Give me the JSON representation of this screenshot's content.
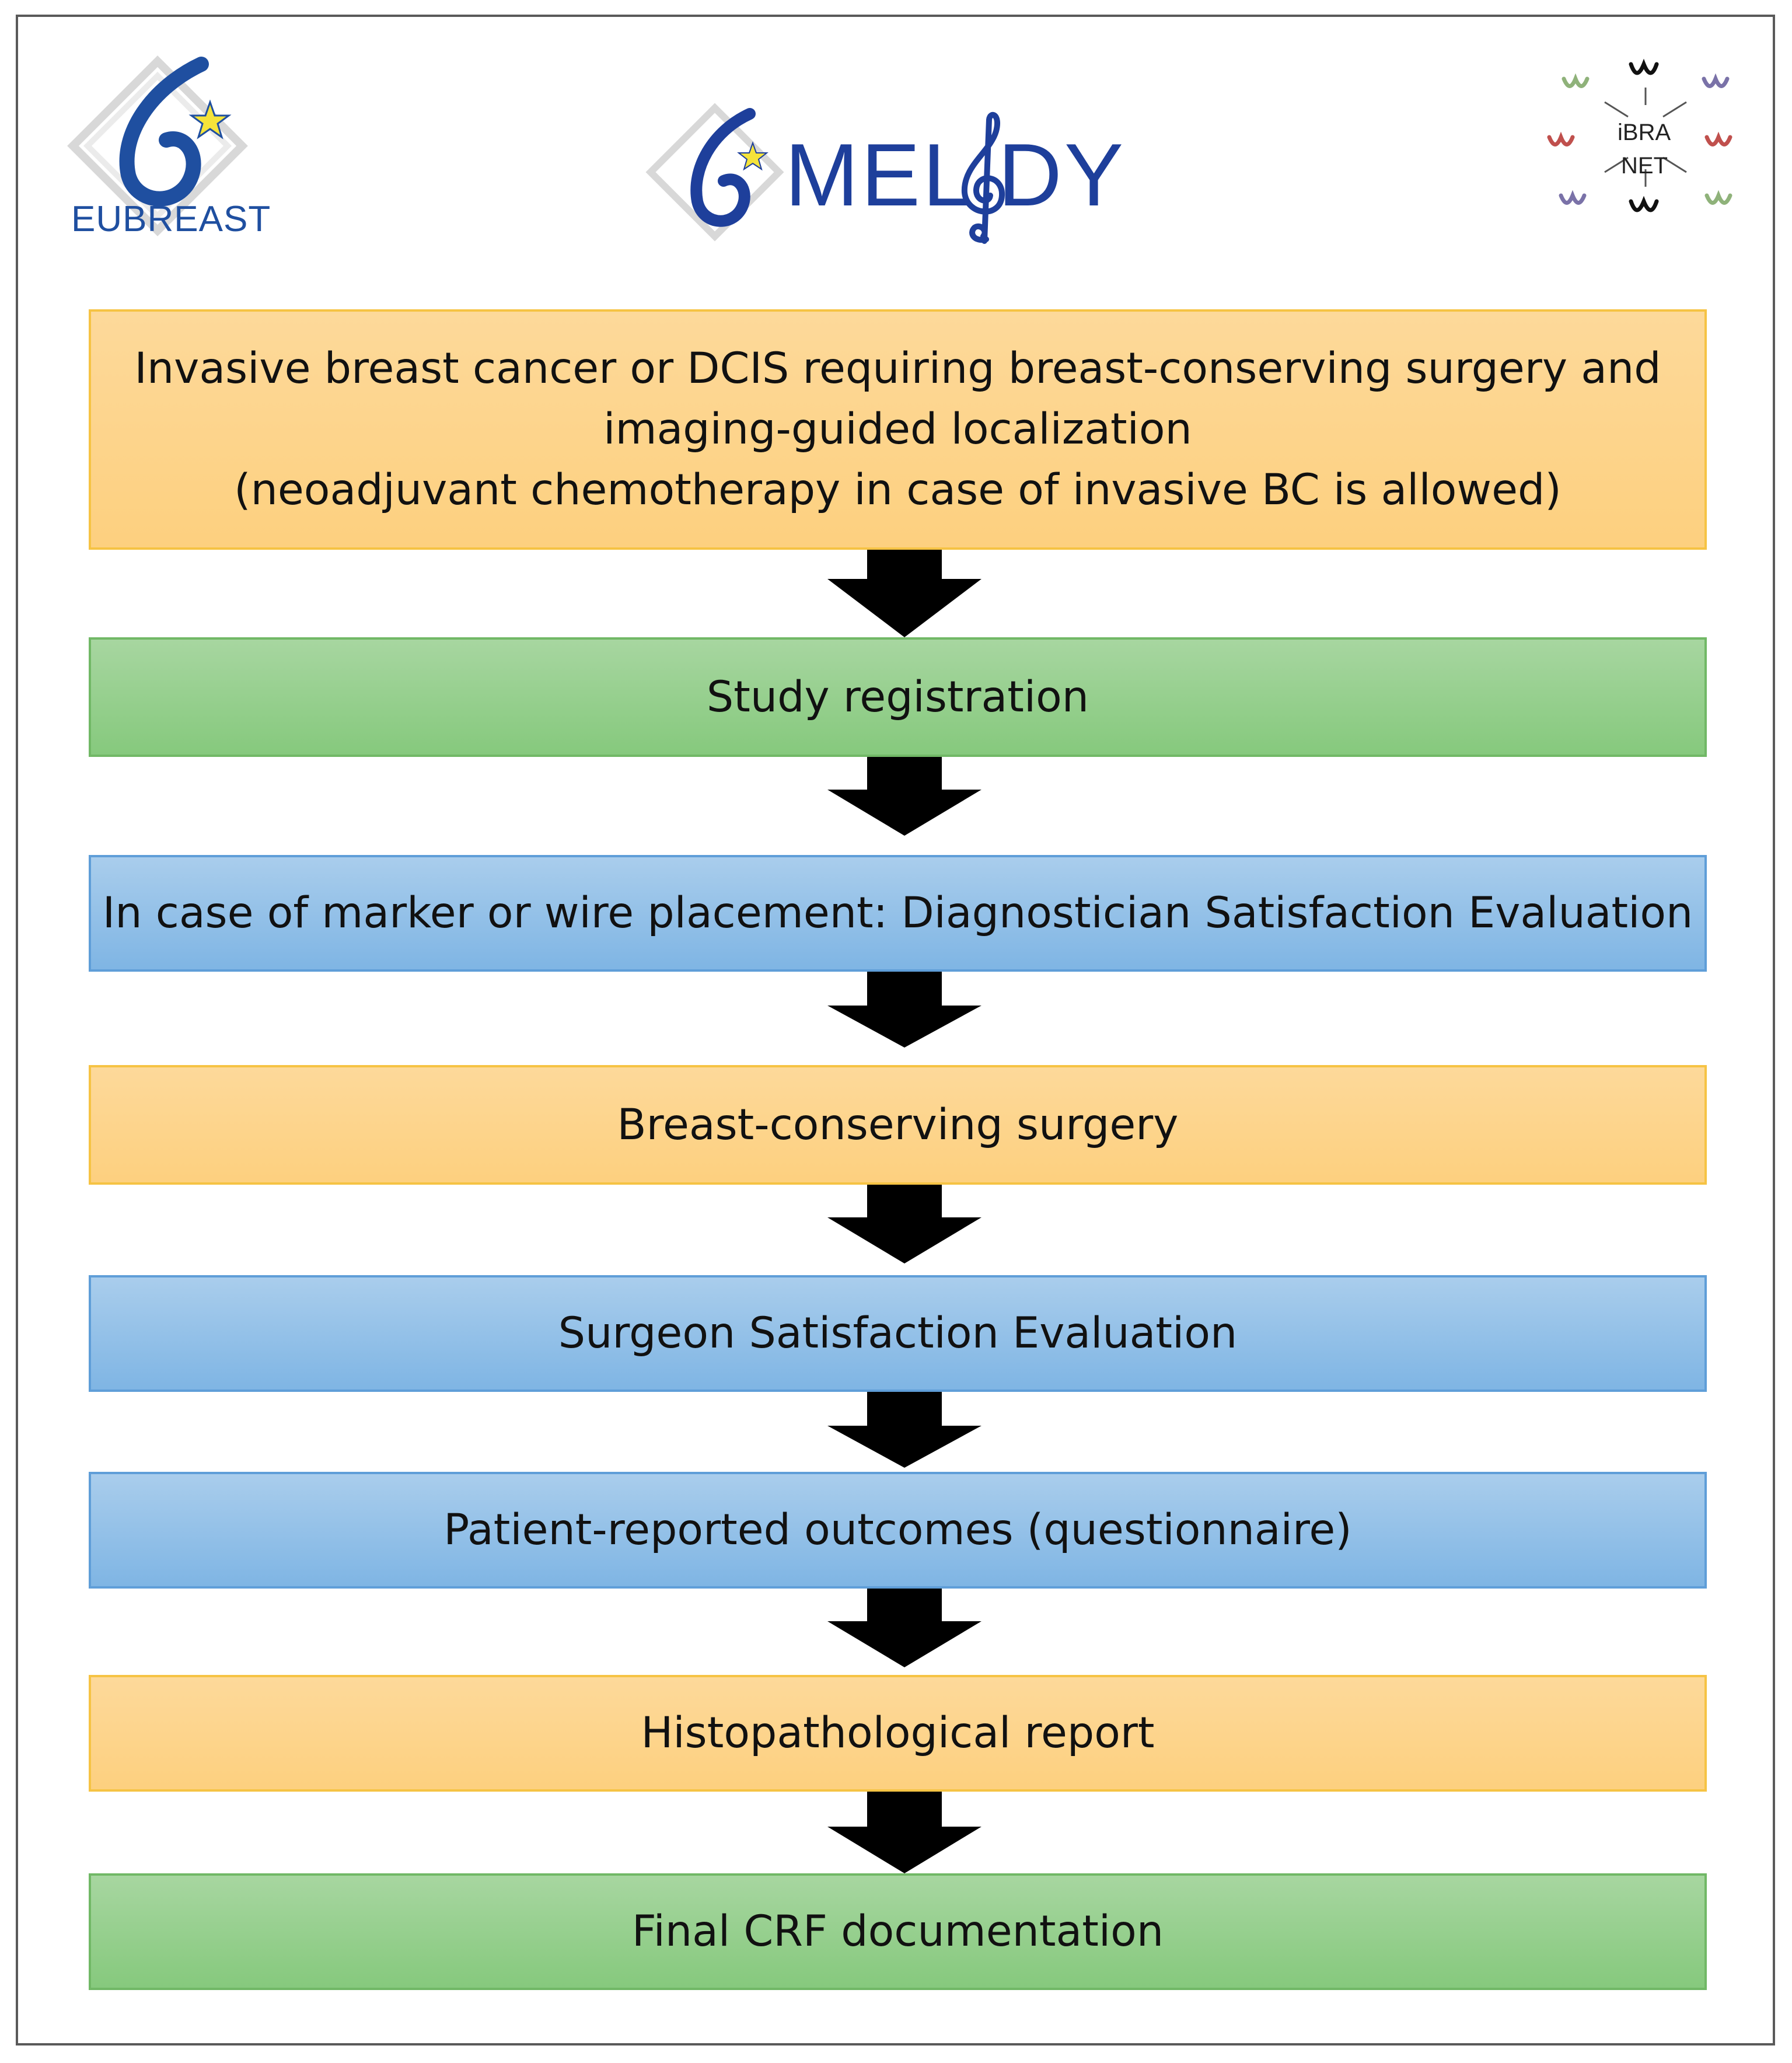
{
  "logos": {
    "eubreast": {
      "text": "EUBREAST"
    },
    "melody": {
      "text": "MEL DY"
    },
    "ibranet": {
      "line1": "iBRA",
      "line2": "NET"
    }
  },
  "colors": {
    "orange": "#fdd58c",
    "green": "#94d08b",
    "blue": "#95c1e9",
    "arrow": "#000000",
    "logo_blue": "#1e3f9b",
    "star": "#f5e33a"
  },
  "steps": [
    {
      "lines": [
        "Invasive breast cancer or DCIS requiring breast-conserving surgery and",
        "imaging-guided localization",
        "(neoadjuvant chemotherapy in case of invasive BC is allowed)"
      ],
      "color": "orange"
    },
    {
      "lines": [
        "Study registration"
      ],
      "color": "green"
    },
    {
      "lines": [
        "In case of marker or wire placement: Diagnostician Satisfaction Evaluation"
      ],
      "color": "blue"
    },
    {
      "lines": [
        "Breast-conserving surgery"
      ],
      "color": "orange"
    },
    {
      "lines": [
        "Surgeon Satisfaction Evaluation"
      ],
      "color": "blue"
    },
    {
      "lines": [
        "Patient-reported outcomes (questionnaire)"
      ],
      "color": "blue"
    },
    {
      "lines": [
        "Histopathological report"
      ],
      "color": "orange"
    },
    {
      "lines": [
        "Final CRF documentation"
      ],
      "color": "green"
    }
  ]
}
